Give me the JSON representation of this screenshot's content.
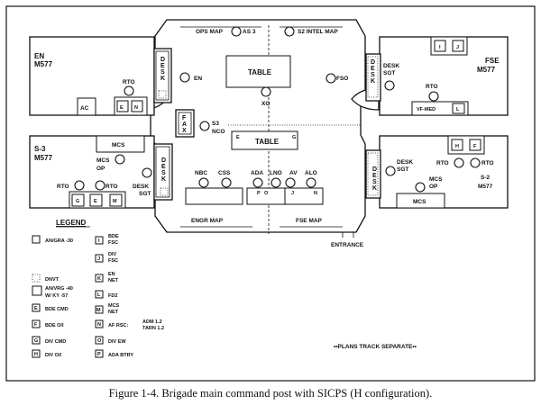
{
  "figure": {
    "caption": "Figure 1-4.  Brigade main command post with SICPS (H configuration).",
    "note": "••PLANS TRACK SEPARATE••",
    "entrance_label": "ENTRANCE"
  },
  "vehicles": {
    "en": {
      "name": "EN",
      "model": "M577",
      "rto": "RTO",
      "ac": "AC",
      "radios": [
        "E",
        "N"
      ],
      "desk": "DESK"
    },
    "s3": {
      "name": "S-3",
      "model": "M577",
      "mcs": "MCS",
      "mcs_op": [
        "MCS",
        "OP"
      ],
      "rto_left": "RTO",
      "rto_right": "RTO",
      "desk_sgt": [
        "DESK",
        "SGT"
      ],
      "radios": [
        "G",
        "E",
        "M"
      ],
      "desk": "DESK"
    },
    "fse": {
      "name": "FSE",
      "model": "M577",
      "desk_sgt": [
        "DESK",
        "SGT"
      ],
      "rto": "RTO",
      "vf_med": "VF-MED",
      "radios_top": [
        "I",
        "J"
      ],
      "radio_bottom": "L",
      "desk": "DESK"
    },
    "s2": {
      "name": "S-2",
      "model": "M577",
      "desk_sgt": [
        "DESK",
        "SGT"
      ],
      "rto_left": "RTO",
      "rto_right": "RTO",
      "mcs_op": [
        "MCS",
        "OP"
      ],
      "mcs": "MCS",
      "radios": [
        "H",
        "F"
      ],
      "desk": "DESK"
    }
  },
  "center": {
    "ops_map": "OPS MAP",
    "as3": "AS 3",
    "s2_intel_map": "S2  INTEL MAP",
    "en": "EN",
    "table_top": "TABLE",
    "xo": "XO",
    "fso": "FSO",
    "fax": "FAX",
    "s3_nco": [
      "S3",
      "NCO"
    ],
    "table_mid": "TABLE",
    "table_mid_marks": [
      "E",
      "G"
    ],
    "stations": [
      "NBC",
      "CSS",
      "ADA",
      "LNO",
      "AV",
      "ALO"
    ],
    "bottom_table_marks": [
      "P",
      "O",
      "J",
      "N"
    ],
    "engr_map": "ENGR  MAP",
    "fse_map": "FSE  MAP"
  },
  "legend": {
    "title": "LEGEND",
    "left": [
      {
        "symbol": "solid-box",
        "label": "AN/GRA -30"
      },
      {
        "symbol": "dotted-box",
        "label": "DNVT"
      },
      {
        "symbol": "solid-box",
        "label": "AN/VRG -40",
        "label2": "W/ KY -57"
      },
      {
        "symbol": "E",
        "label": "BDE CMD"
      },
      {
        "symbol": "F",
        "label": "BDE O/I"
      },
      {
        "symbol": "G",
        "label": "DIV CMD"
      },
      {
        "symbol": "H",
        "label": "DIV O/I"
      }
    ],
    "right": [
      {
        "symbol": "I",
        "label": "BDE",
        "label2": "FSC"
      },
      {
        "symbol": "J",
        "label": "DIV",
        "label2": "FSC"
      },
      {
        "symbol": "K",
        "label": "EN",
        "label2": "NET"
      },
      {
        "symbol": "L",
        "label": "FD2"
      },
      {
        "symbol": "M",
        "label": "MCS",
        "label2": "NET"
      },
      {
        "symbol": "N",
        "label": "AF RSC:",
        "extra1": "ADM 1.2",
        "extra2": "TARN 1.2"
      },
      {
        "symbol": "O",
        "label": "DIV EW"
      },
      {
        "symbol": "P",
        "label": "ADA BTRY"
      }
    ]
  }
}
